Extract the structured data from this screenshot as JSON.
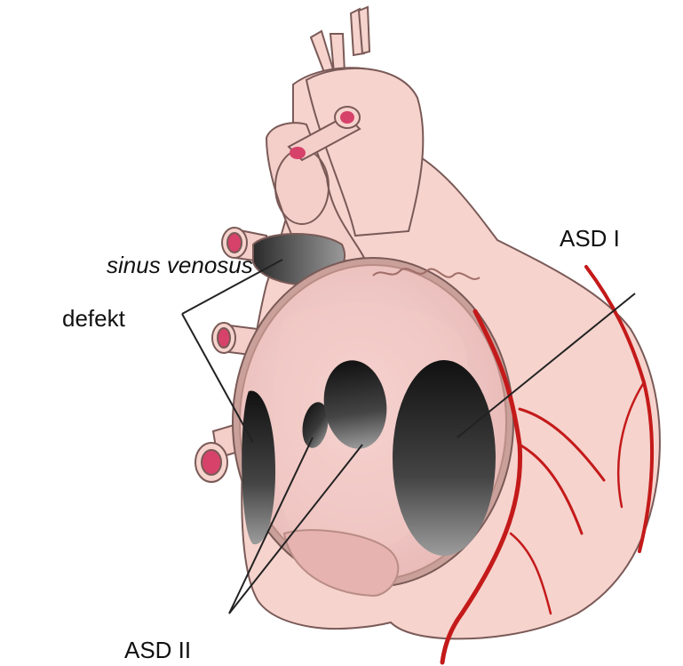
{
  "labels": {
    "sinus_venosus": "sinus venosus",
    "defekt": "defekt",
    "asd1": "ASD I",
    "asd2": "ASD II"
  },
  "colors": {
    "heart_fill": "#f6d3cd",
    "heart_outline": "#7a5a57",
    "vessel_red": "#c41a1a",
    "vessel_lumen": "#d6426a",
    "hole_dark": "#1c1c1c",
    "septum_rim": "#b98d86"
  }
}
